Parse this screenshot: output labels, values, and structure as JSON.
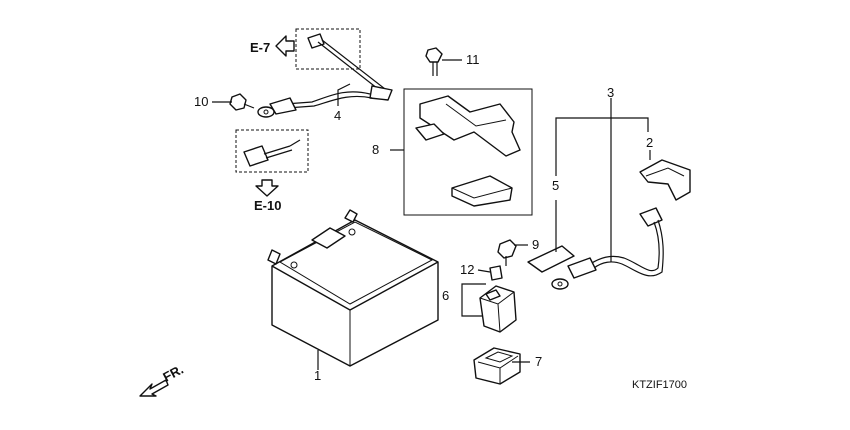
{
  "colors": {
    "ink": "#111111",
    "background": "#ffffff"
  },
  "diagram": {
    "code": "KTZIF1700",
    "direction_label": "FR.",
    "references": {
      "e7": "E-7",
      "e10": "E-10"
    },
    "callouts": [
      "1",
      "2",
      "3",
      "4",
      "5",
      "6",
      "7",
      "8",
      "9",
      "10",
      "11",
      "12"
    ]
  }
}
